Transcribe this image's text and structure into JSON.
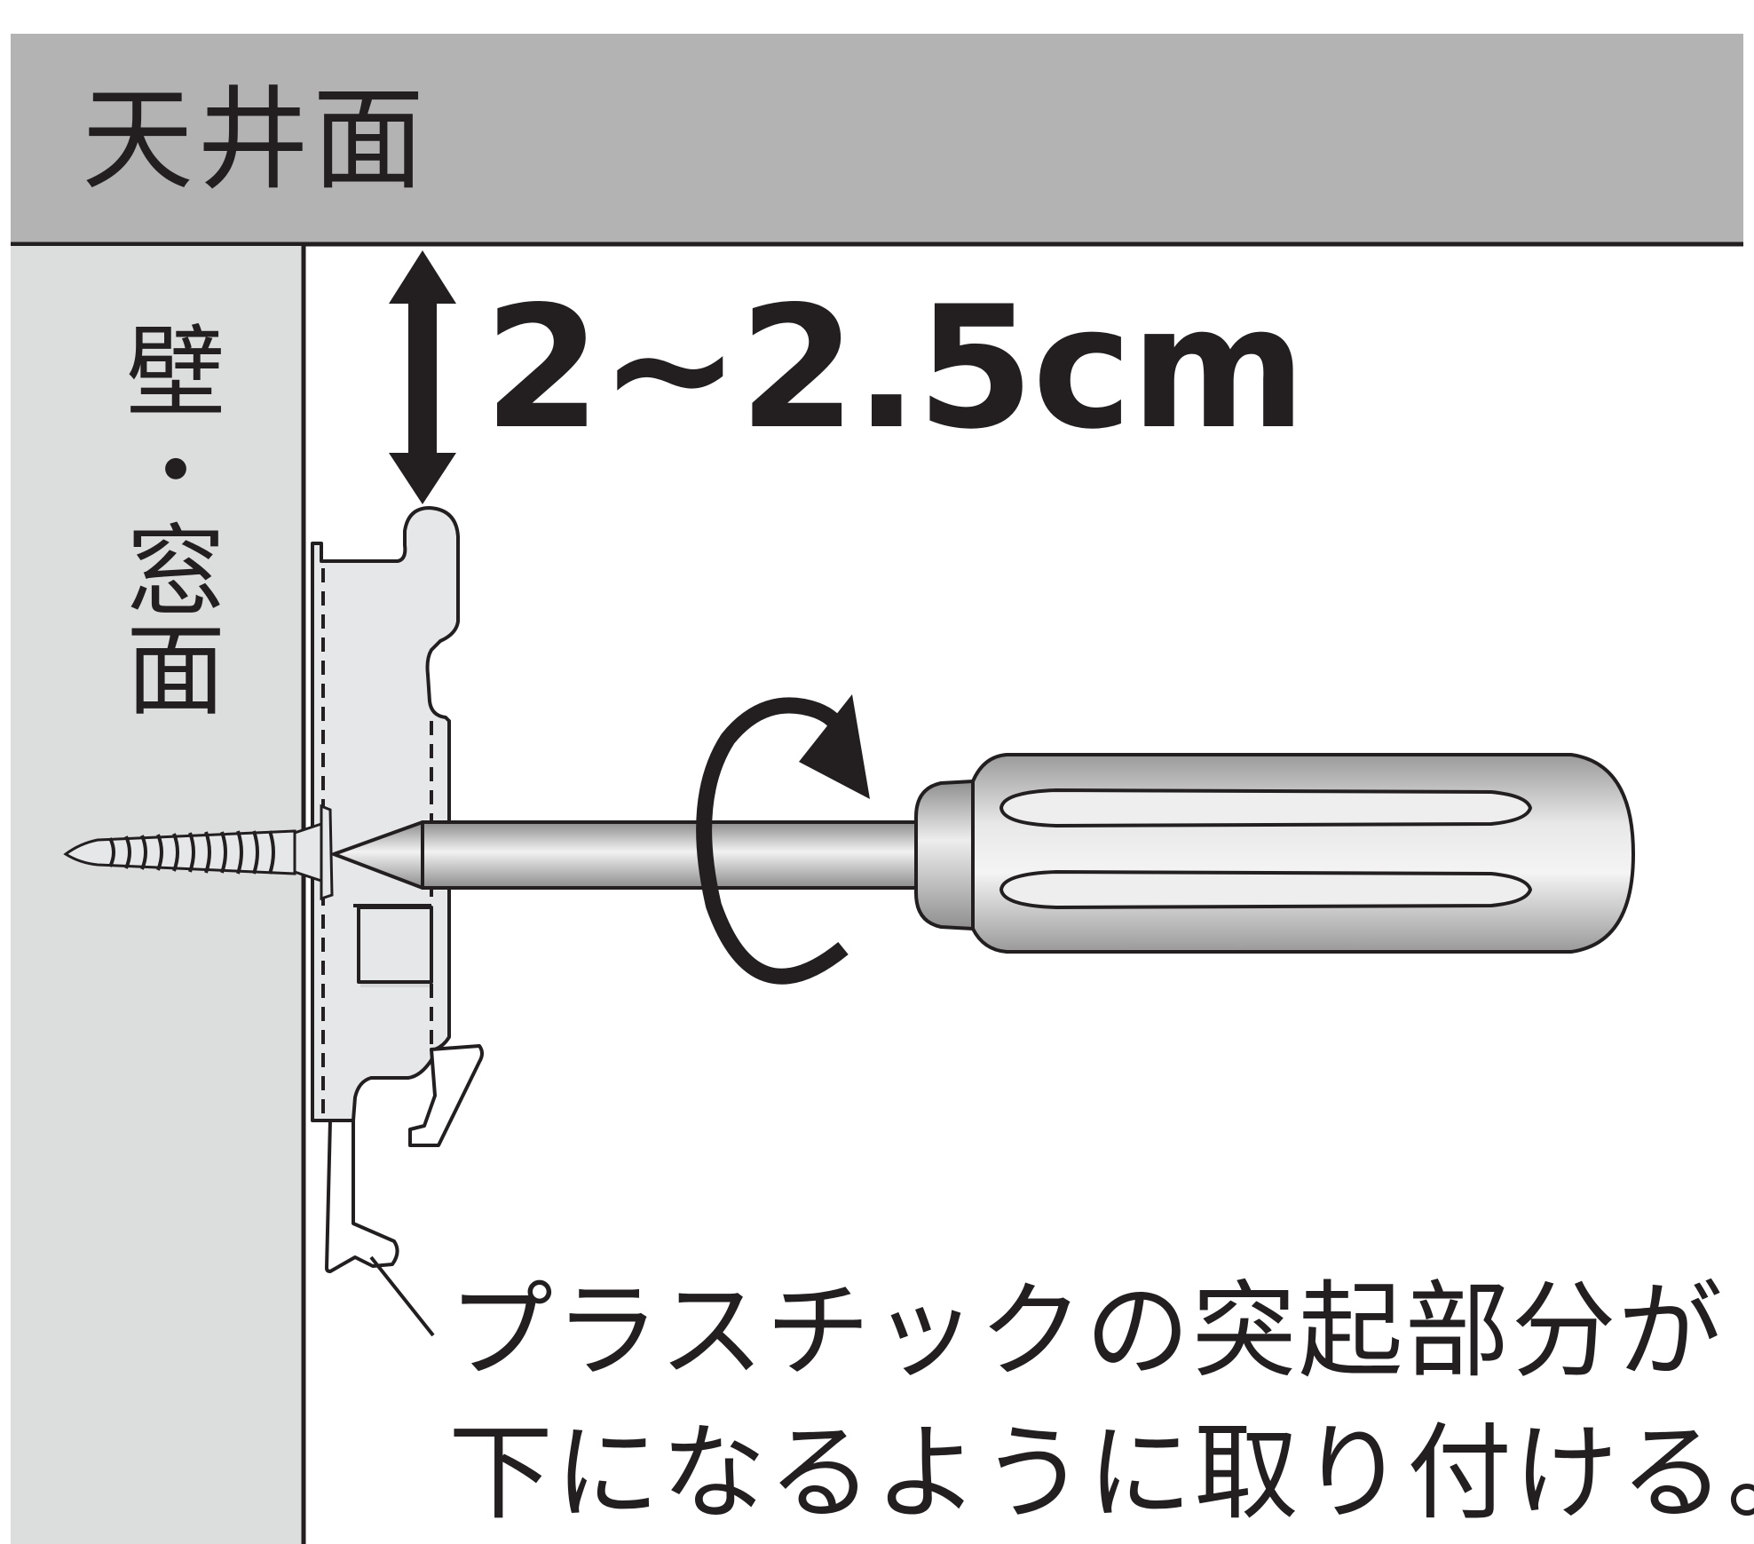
{
  "labels": {
    "ceiling": "天井面",
    "wall": "壁・窓面",
    "dimension": "2~2.5cm",
    "note_line_1": "プラスチックの突起部分が",
    "note_line_2": "下になるように取り付ける。"
  },
  "colors": {
    "ceiling_fill": "#b3b3b3",
    "wall_fill": "#dcdddd",
    "bracket_fill": "#e6e7e8",
    "line": "#231f20",
    "background": "#ffffff"
  },
  "icons": {
    "rotation": "clockwise-arrow-icon",
    "dimension": "double-arrow-icon",
    "tool": "screwdriver-icon",
    "fastener": "screw-icon"
  }
}
